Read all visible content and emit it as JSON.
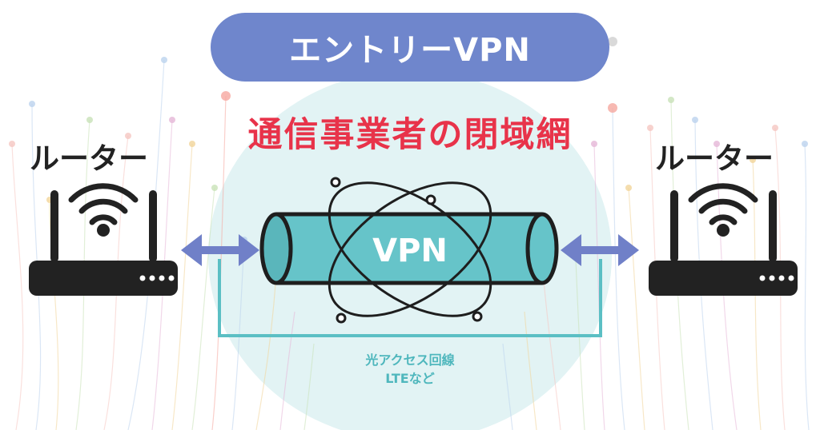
{
  "title": "エントリーVPN",
  "network_label": "通信事業者の閉域網",
  "routers": [
    {
      "label": "ルーター"
    },
    {
      "label": "ルーター"
    }
  ],
  "tunnel_label": "VPN",
  "access_line": {
    "line1": "光アクセス回線",
    "line2": "LTEなど"
  },
  "colors": {
    "title_background": "#6f86cc",
    "network_text": "#e8334a",
    "tunnel_fill": "#66c4c9",
    "arrow": "#7080c8",
    "access_line": "#5bbfc4",
    "cloud": "#e2f3f4",
    "router_body": "#222222"
  },
  "icons": [
    "router-icon",
    "wifi-icon",
    "double-arrow-icon",
    "orbit-icon"
  ]
}
